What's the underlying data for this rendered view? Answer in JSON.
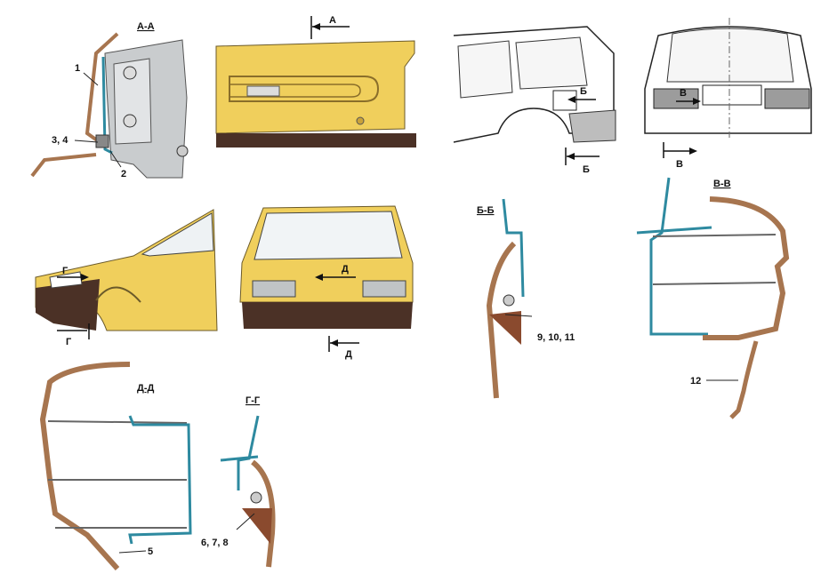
{
  "sections": {
    "aa": "А-А",
    "bb": "Б-Б",
    "vv": "В-В",
    "dd": "Д-Д",
    "gg": "Г-Г"
  },
  "view_arrows": {
    "a": "А",
    "b_top": "Б",
    "b_bottom": "Б",
    "v_top": "В",
    "v_bottom": "В",
    "g_top": "Г",
    "g_bottom": "Г",
    "d_top": "Д",
    "d_bottom": "Д"
  },
  "callouts": {
    "c1": "1",
    "c2": "2",
    "c34": "3, 4",
    "c5": "5",
    "c678": "6, 7, 8",
    "c91011": "9, 10, 11",
    "c12": "12"
  },
  "colors": {
    "yellow": "#f0cf5c",
    "bumper": "#4b3126",
    "panel_gray": "#c9ccce",
    "section_brown": "#c08a64",
    "seal_teal": "#2e8aa0"
  }
}
